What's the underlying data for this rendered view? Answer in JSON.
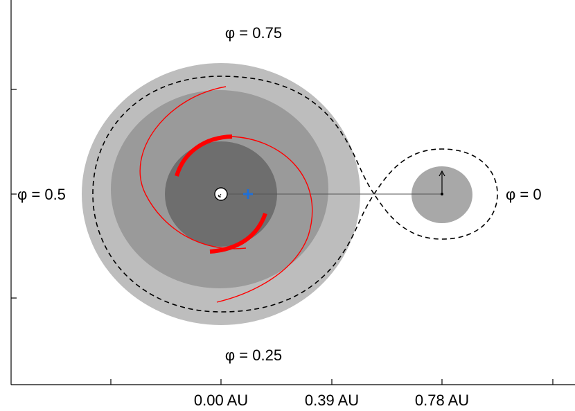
{
  "colors": {
    "background": "#ffffff",
    "disk_outer": "#bdbdbd",
    "disk_middle": "#9a9a9a",
    "disk_inner": "#6e6e6e",
    "companion_disk": "#a8a8a8",
    "spiral": "#ff0000",
    "barycenter_marker": "#1f6fd6",
    "lines": "#000000"
  },
  "labels": {
    "phase_top": "φ = 0.75",
    "phase_bottom": "φ = 0.25",
    "phase_left": "φ = 0.5",
    "phase_right": "φ = 0"
  },
  "axis": {
    "ticks": [
      "0.00 AU",
      "0.39 AU",
      "0.78 AU"
    ]
  },
  "icons": {
    "primary_star": "circle-with-arrow-icon",
    "companion_star": "dot-with-up-arrow-icon",
    "barycenter": "plus-marker-icon"
  }
}
